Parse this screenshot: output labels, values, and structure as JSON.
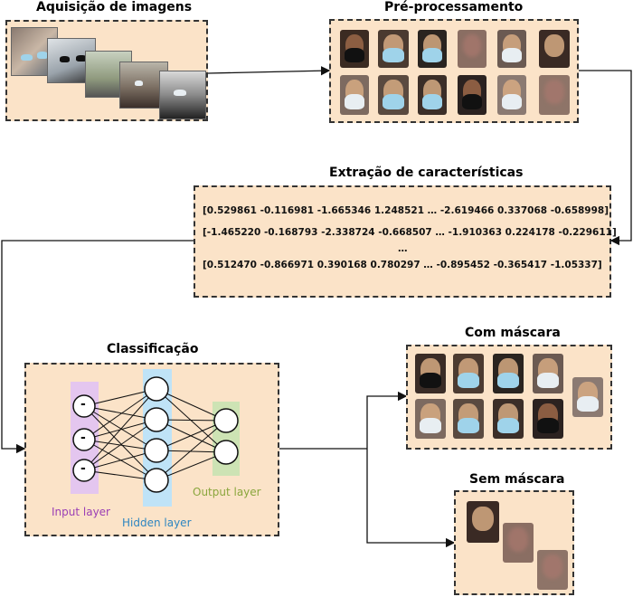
{
  "titles": {
    "acquisition": "Aquisição de imagens",
    "preprocessing": "Pré-processamento",
    "features": "Extração de características",
    "classification": "Classificação",
    "with_mask": "Com máscara",
    "without_mask": "Sem máscara"
  },
  "feature_rows": [
    "[0.529861  -0.116981  -1.665346  1.248521 … -2.619466  0.337068  -0.658998]",
    "[-1.465220  -0.168793  -2.338724  -0.668507 … -1.910363  0.224178  -0.229611]",
    "…",
    "[0.512470  -0.866971  0.390168  0.780297 … -0.895452  -0.365417  -1.05337]"
  ],
  "network": {
    "input_label": "Input layer",
    "hidden_label": "Hidden layer",
    "output_label": "Output layer",
    "input_node_symbol": "-",
    "input_color": "#e4c6ef",
    "hidden_color": "#bfe3f7",
    "output_color": "#cde3b4",
    "input_label_color": "#9b3fb5",
    "hidden_label_color": "#2e86c1",
    "output_label_color": "#8aa63d"
  },
  "colors": {
    "box_fill": "#fbe3c8",
    "border": "#333333"
  }
}
